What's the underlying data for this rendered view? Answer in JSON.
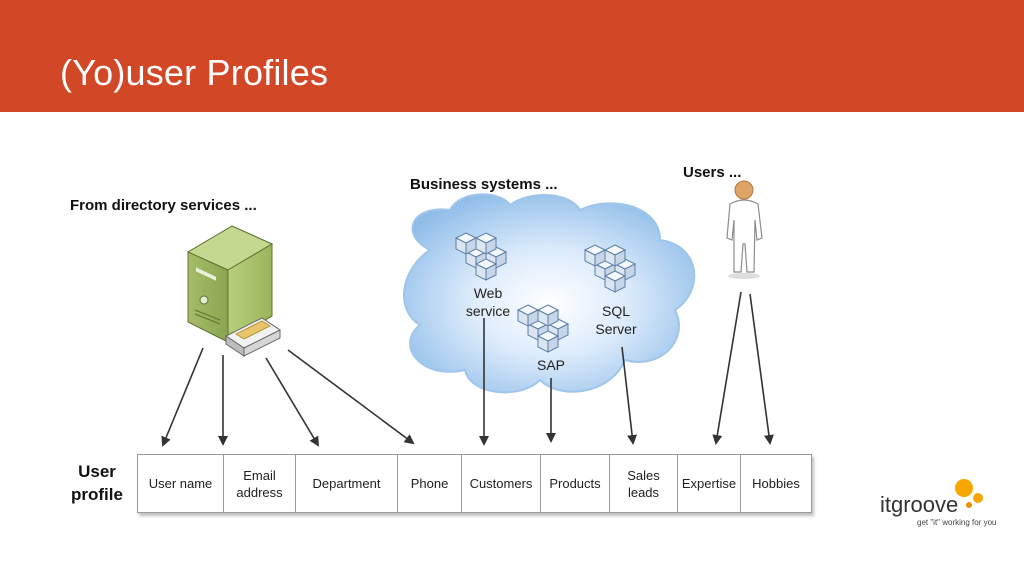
{
  "slide": {
    "title": "(Yo)user Profiles",
    "header_color": "#d24726"
  },
  "sources": {
    "directory_label": "From directory services ...",
    "business_label": "Business systems ...",
    "users_label": "Users ..."
  },
  "business_systems": [
    {
      "label_line1": "Web",
      "label_line2": "service"
    },
    {
      "label_line1": "SQL",
      "label_line2": "Server"
    },
    {
      "label_line1": "SAP",
      "label_line2": ""
    }
  ],
  "profile": {
    "label_line1": "User",
    "label_line2": "profile",
    "fields": [
      {
        "line1": "User name",
        "line2": ""
      },
      {
        "line1": "Email",
        "line2": "address"
      },
      {
        "line1": "Department",
        "line2": ""
      },
      {
        "line1": "Phone",
        "line2": ""
      },
      {
        "line1": "Customers",
        "line2": ""
      },
      {
        "line1": "Products",
        "line2": ""
      },
      {
        "line1": "Sales",
        "line2": "leads"
      },
      {
        "line1": "Expertise",
        "line2": ""
      },
      {
        "line1": "Hobbies",
        "line2": ""
      }
    ]
  },
  "logo": {
    "word": "itgroove",
    "tagline": "get \"it\" working for you",
    "accent": "#f7a600"
  },
  "icons": {
    "server": "server-tower-icon",
    "cube": "cube-stack-icon",
    "person": "person-icon",
    "cloud": "cloud-shape"
  }
}
